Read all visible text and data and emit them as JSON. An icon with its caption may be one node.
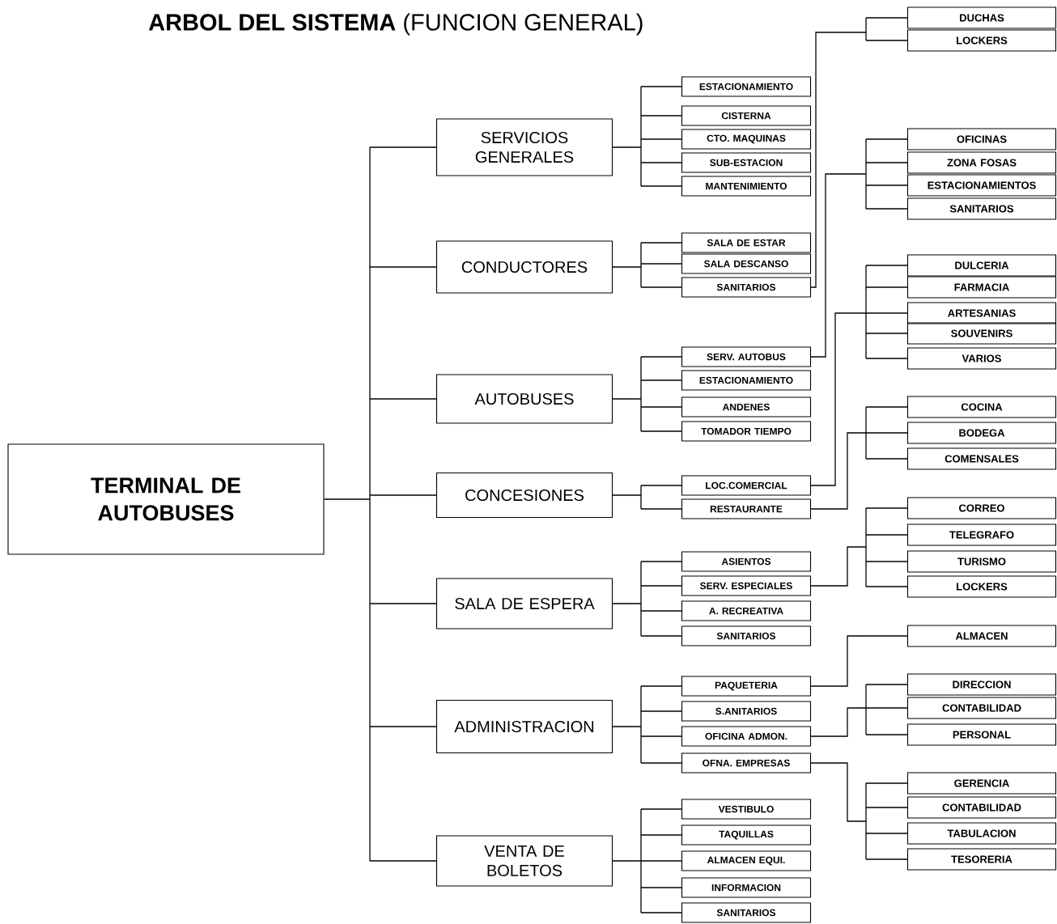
{
  "diagram": {
    "title": "**ARBOL DEL SISTEMA** (FUNCION GENERAL)",
    "nodes": [
      {
        "text": [
          "TERMINAL DE AUTOBUSES"
        ]
      },
      {
        "text": [
          "SERVICIOS GENERALES"
        ]
      },
      {
        "text": [
          "CONDUCTORES"
        ]
      },
      {
        "text": [
          "AUTOBUSES"
        ]
      },
      {
        "text": [
          "CONCESIONES"
        ]
      },
      {
        "text": [
          "SALA DE ESPERA"
        ]
      },
      {
        "text": [
          "ADMINISTRACION"
        ]
      },
      {
        "text": [
          "VENTA DE BOLETOS"
        ]
      },
      {
        "text": [
          "ESTACIONAMIENTO"
        ]
      },
      {
        "text": [
          "CISTERNA"
        ]
      },
      {
        "text": [
          "CTO. MAQUINAS"
        ]
      },
      {
        "text": [
          "SUB-ESTACION"
        ]
      },
      {
        "text": [
          "MANTENIMIENTO"
        ]
      },
      {
        "text": [
          "SALA DE ESTAR"
        ]
      },
      {
        "text": [
          "SALA DESCANSO"
        ]
      },
      {
        "text": [
          "SANITARIOS"
        ]
      },
      {
        "text": [
          "SERV. AUTOBUS"
        ]
      },
      {
        "text": [
          "ESTACIONAMIENTO"
        ]
      },
      {
        "text": [
          "ANDENES"
        ]
      },
      {
        "text": [
          "TOMADOR TIEMPO"
        ]
      },
      {
        "text": [
          "LOC.COMERCIAL"
        ]
      },
      {
        "text": [
          "RESTAURANTE"
        ]
      },
      {
        "text": [
          "ASIENTOS"
        ]
      },
      {
        "text": [
          "SERV. ESPECIALES"
        ]
      },
      {
        "text": [
          "A. RECREATIVA"
        ]
      },
      {
        "text": [
          "SANITARIOS"
        ]
      },
      {
        "text": [
          "PAQUETERIA"
        ]
      },
      {
        "text": [
          "S.ANITARIOS"
        ]
      },
      {
        "text": [
          "OFICINA ADMON."
        ]
      },
      {
        "text": [
          "OFNA. EMPRESAS"
        ]
      },
      {
        "text": [
          "VESTIBULO"
        ]
      },
      {
        "text": [
          "TAQUILLAS"
        ]
      },
      {
        "text": [
          "ALMACEN EQUI."
        ]
      },
      {
        "text": [
          "INFORMACION"
        ]
      },
      {
        "text": [
          "SANITARIOS"
        ]
      },
      {
        "text": [
          "DUCHAS"
        ]
      },
      {
        "text": [
          "LOCKERS"
        ]
      },
      {
        "text": [
          "OFICINAS"
        ]
      },
      {
        "text": [
          "ZONA FOSAS"
        ]
      },
      {
        "text": [
          "ESTACIONAMIENTOS"
        ]
      },
      {
        "text": [
          "SANITARIOS"
        ]
      },
      {
        "text": [
          "DULCERIA"
        ]
      },
      {
        "text": [
          "FARMACIA"
        ]
      },
      {
        "text": [
          "ARTESANIAS"
        ]
      },
      {
        "text": [
          "SOUVENIRS"
        ]
      },
      {
        "text": [
          "VARIOS"
        ]
      },
      {
        "text": [
          "COCINA"
        ]
      },
      {
        "text": [
          "BODEGA"
        ]
      },
      {
        "text": [
          "COMENSALES"
        ]
      },
      {
        "text": [
          "CORREO"
        ]
      },
      {
        "text": [
          "TELEGRAFO"
        ]
      },
      {
        "text": [
          "TURISMO"
        ]
      },
      {
        "text": [
          "LOCKERS"
        ]
      },
      {
        "text": [
          "ALMACEN"
        ]
      },
      {
        "text": [
          "DIRECCION"
        ]
      },
      {
        "text": [
          "CONTABILIDAD"
        ]
      },
      {
        "text": [
          "PERSONAL"
        ]
      },
      {
        "text": [
          "GERENCIA"
        ]
      },
      {
        "text": [
          "CONTABILIDAD"
        ]
      },
      {
        "text": [
          "TABULACION"
        ]
      },
      {
        "text": [
          "TESORERIA"
        ]
      }
    ],
    "edges": [
      {
        "from": 0,
        "to": 1,
        "arrow": "none"
      },
      {
        "from": 0,
        "to": 2,
        "arrow": "none"
      },
      {
        "from": 0,
        "to": 3,
        "arrow": "none"
      },
      {
        "from": 0,
        "to": 4,
        "arrow": "none"
      },
      {
        "from": 0,
        "to": 5,
        "arrow": "none"
      },
      {
        "from": 0,
        "to": 6,
        "arrow": "none"
      },
      {
        "from": 0,
        "to": 7,
        "arrow": "none"
      },
      {
        "from": 1,
        "to": 8,
        "arrow": "none"
      },
      {
        "from": 1,
        "to": 9,
        "arrow": "none"
      },
      {
        "from": 1,
        "to": 10,
        "arrow": "none"
      },
      {
        "from": 1,
        "to": 11,
        "arrow": "none"
      },
      {
        "from": 1,
        "to": 12,
        "arrow": "none"
      },
      {
        "from": 2,
        "to": 13,
        "arrow": "none"
      },
      {
        "from": 2,
        "to": 14,
        "arrow": "none"
      },
      {
        "from": 2,
        "to": 15,
        "arrow": "none"
      },
      {
        "from": 3,
        "to": 16,
        "arrow": "none"
      },
      {
        "from": 3,
        "to": 17,
        "arrow": "none"
      },
      {
        "from": 3,
        "to": 18,
        "arrow": "none"
      },
      {
        "from": 3,
        "to": 19,
        "arrow": "none"
      },
      {
        "from": 4,
        "to": 20,
        "arrow": "none"
      },
      {
        "from": 4,
        "to": 21,
        "arrow": "none"
      },
      {
        "from": 5,
        "to": 22,
        "arrow": "none"
      },
      {
        "from": 5,
        "to": 23,
        "arrow": "none"
      },
      {
        "from": 5,
        "to": 24,
        "arrow": "none"
      },
      {
        "from": 5,
        "to": 25,
        "arrow": "none"
      },
      {
        "from": 6,
        "to": 26,
        "arrow": "none"
      },
      {
        "from": 6,
        "to": 27,
        "arrow": "none"
      },
      {
        "from": 6,
        "to": 28,
        "arrow": "none"
      },
      {
        "from": 6,
        "to": 29,
        "arrow": "none"
      },
      {
        "from": 7,
        "to": 30,
        "arrow": "none"
      },
      {
        "from": 7,
        "to": 31,
        "arrow": "none"
      },
      {
        "from": 7,
        "to": 32,
        "arrow": "none"
      },
      {
        "from": 7,
        "to": 33,
        "arrow": "none"
      },
      {
        "from": 7,
        "to": 34,
        "arrow": "none"
      },
      {
        "from": 15,
        "to": 35,
        "arrow": "none"
      },
      {
        "from": 15,
        "to": 36,
        "arrow": "none"
      },
      {
        "from": 16,
        "to": 37,
        "arrow": "none"
      },
      {
        "from": 16,
        "to": 38,
        "arrow": "none"
      },
      {
        "from": 16,
        "to": 39,
        "arrow": "none"
      },
      {
        "from": 16,
        "to": 40,
        "arrow": "none"
      },
      {
        "from": 20,
        "to": 41,
        "arrow": "none"
      },
      {
        "from": 20,
        "to": 42,
        "arrow": "none"
      },
      {
        "from": 20,
        "to": 43,
        "arrow": "none"
      },
      {
        "from": 20,
        "to": 44,
        "arrow": "none"
      },
      {
        "from": 20,
        "to": 45,
        "arrow": "none"
      },
      {
        "from": 21,
        "to": 46,
        "arrow": "none"
      },
      {
        "from": 21,
        "to": 47,
        "arrow": "none"
      },
      {
        "from": 21,
        "to": 48,
        "arrow": "none"
      },
      {
        "from": 23,
        "to": 49,
        "arrow": "none"
      },
      {
        "from": 23,
        "to": 50,
        "arrow": "none"
      },
      {
        "from": 23,
        "to": 51,
        "arrow": "none"
      },
      {
        "from": 23,
        "to": 52,
        "arrow": "none"
      },
      {
        "from": 26,
        "to": 53,
        "arrow": "none"
      },
      {
        "from": 28,
        "to": 54,
        "arrow": "none"
      },
      {
        "from": 28,
        "to": 55,
        "arrow": "none"
      },
      {
        "from": 28,
        "to": 56,
        "arrow": "none"
      },
      {
        "from": 29,
        "to": 57,
        "arrow": "none"
      },
      {
        "from": 29,
        "to": 58,
        "arrow": "none"
      },
      {
        "from": 29,
        "to": 59,
        "arrow": "none"
      },
      {
        "from": 29,
        "to": 60,
        "arrow": "none"
      }
    ]
  }
}
